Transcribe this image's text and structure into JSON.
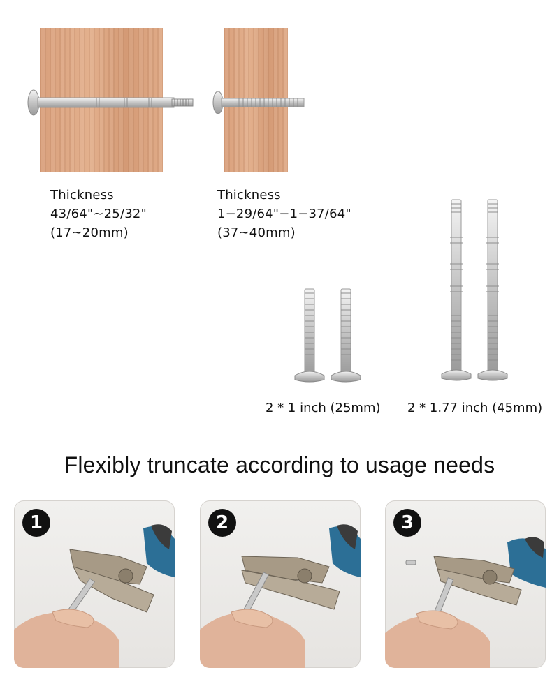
{
  "options": [
    {
      "label": "Thickness",
      "range_in": "43/64\"~25/32\"",
      "range_mm": "(17~20mm)"
    },
    {
      "label": "Thickness",
      "range_in": "1−29/64\"−1−37/64\"",
      "range_mm": "(37~40mm)"
    }
  ],
  "screws": [
    {
      "label": "2 * 1 inch (25mm)"
    },
    {
      "label": "2 * 1.77 inch (45mm)"
    }
  ],
  "headline": "Flexibly truncate according to usage needs",
  "steps": [
    {
      "number": "1"
    },
    {
      "number": "2"
    },
    {
      "number": "3"
    }
  ]
}
